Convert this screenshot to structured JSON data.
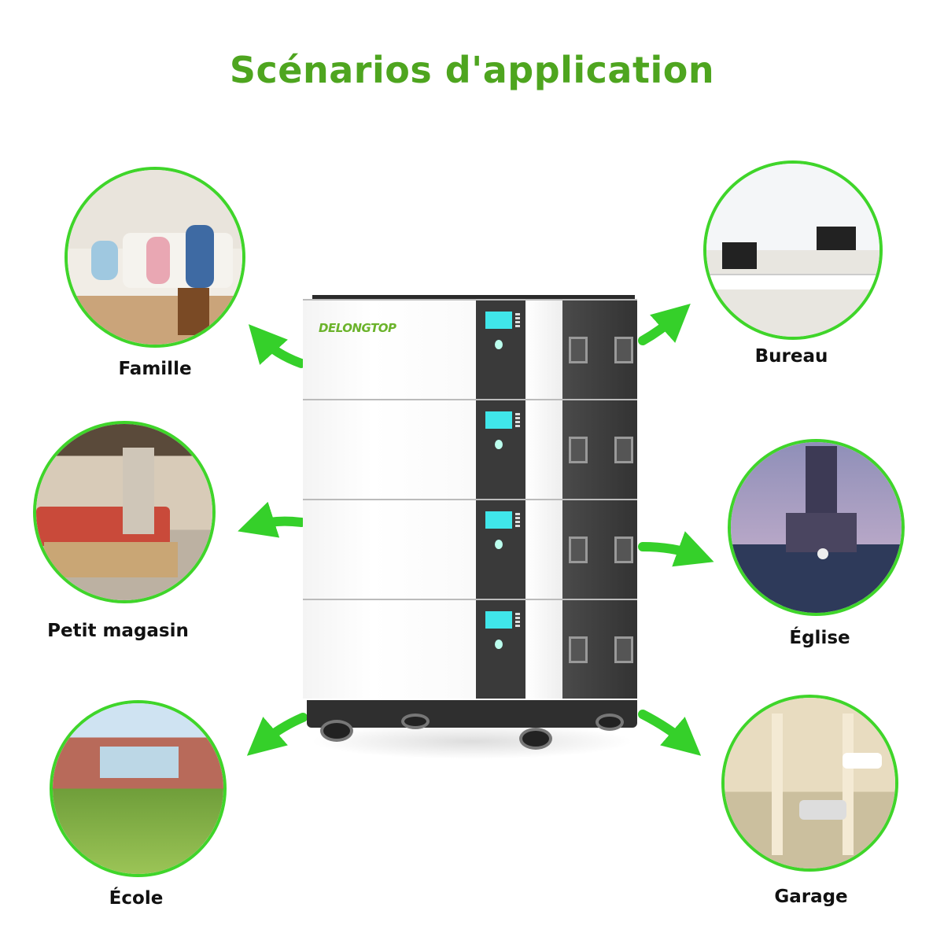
{
  "title": "Scénarios d'application",
  "product": {
    "brand_logo": "DELONGTOP",
    "modules": 4
  },
  "scenarios": [
    {
      "label": "Famille",
      "icon": "family-photo"
    },
    {
      "label": "Petit magasin",
      "icon": "shop-photo"
    },
    {
      "label": "École",
      "icon": "school-photo"
    },
    {
      "label": "Bureau",
      "icon": "office-photo"
    },
    {
      "label": "Église",
      "icon": "church-photo"
    },
    {
      "label": "Garage",
      "icon": "garage-photo"
    }
  ],
  "colors": {
    "accent": "#4ea51f",
    "ring": "#3fd52a",
    "arrow": "#35d02a"
  }
}
